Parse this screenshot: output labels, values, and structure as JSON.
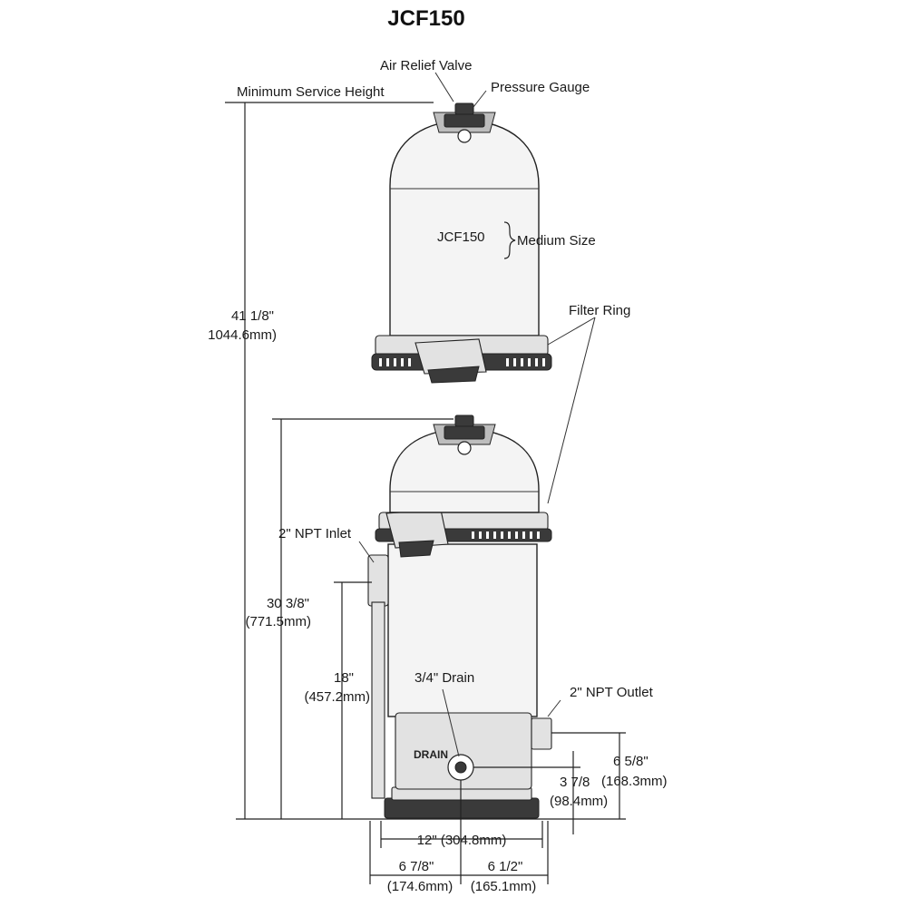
{
  "title": "JCF150",
  "labels": {
    "air_relief_valve": "Air Relief Valve",
    "minimum_service_height": "Minimum Service Height",
    "pressure_gauge": "Pressure Gauge",
    "model_on_body": "JCF150",
    "medium_size": "Medium Size",
    "filter_ring": "Filter Ring",
    "npt_inlet": "2\" NPT Inlet",
    "drain": "3/4\" Drain",
    "npt_outlet": "2\" NPT Outlet",
    "drain_embossed": "DRAIN"
  },
  "dimensions": {
    "service_height_in": "41 1/8\"",
    "service_height_mm": "1044.6mm)",
    "overall_height_in": "30 3/8\"",
    "overall_height_mm": "(771.5mm)",
    "inlet_height_in": "18\"",
    "inlet_height_mm": "(457.2mm)",
    "outlet_height_in": "6 5/8\"",
    "outlet_height_mm": "(168.3mm)",
    "drain_height_in": "3 7/8",
    "drain_height_mm": "(98.4mm)",
    "base_width": "12\" (304.8mm)",
    "left_offset_in": "6 7/8\"",
    "left_offset_mm": "(174.6mm)",
    "right_offset_in": "6 1/2\"",
    "right_offset_mm": "(165.1mm)"
  }
}
